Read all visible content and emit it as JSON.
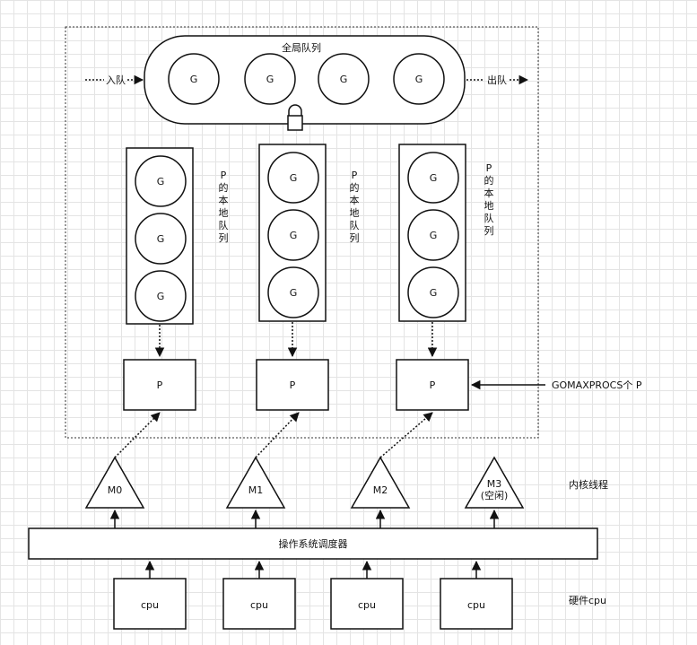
{
  "global_queue": {
    "title": "全局队列",
    "enqueue_label": "入队",
    "dequeue_label": "出队",
    "goroutines": [
      "G",
      "G",
      "G",
      "G"
    ]
  },
  "local_queue_label": "P的本地队列",
  "processors": [
    {
      "label": "P",
      "goroutines": [
        "G",
        "G",
        "G"
      ]
    },
    {
      "label": "P",
      "goroutines": [
        "G",
        "G",
        "G"
      ]
    },
    {
      "label": "P",
      "goroutines": [
        "G",
        "G",
        "G"
      ]
    }
  ],
  "gomaxprocs_label": "GOMAXPROCS个 P",
  "threads": [
    {
      "label": "M0",
      "sub": ""
    },
    {
      "label": "M1",
      "sub": ""
    },
    {
      "label": "M2",
      "sub": ""
    },
    {
      "label": "M3",
      "sub": "(空闲)"
    }
  ],
  "kernel_threads_label": "内核线程",
  "os_scheduler_label": "操作系统调度器",
  "cpus": [
    "cpu",
    "cpu",
    "cpu",
    "cpu"
  ],
  "hardware_cpu_label": "硬件cpu"
}
